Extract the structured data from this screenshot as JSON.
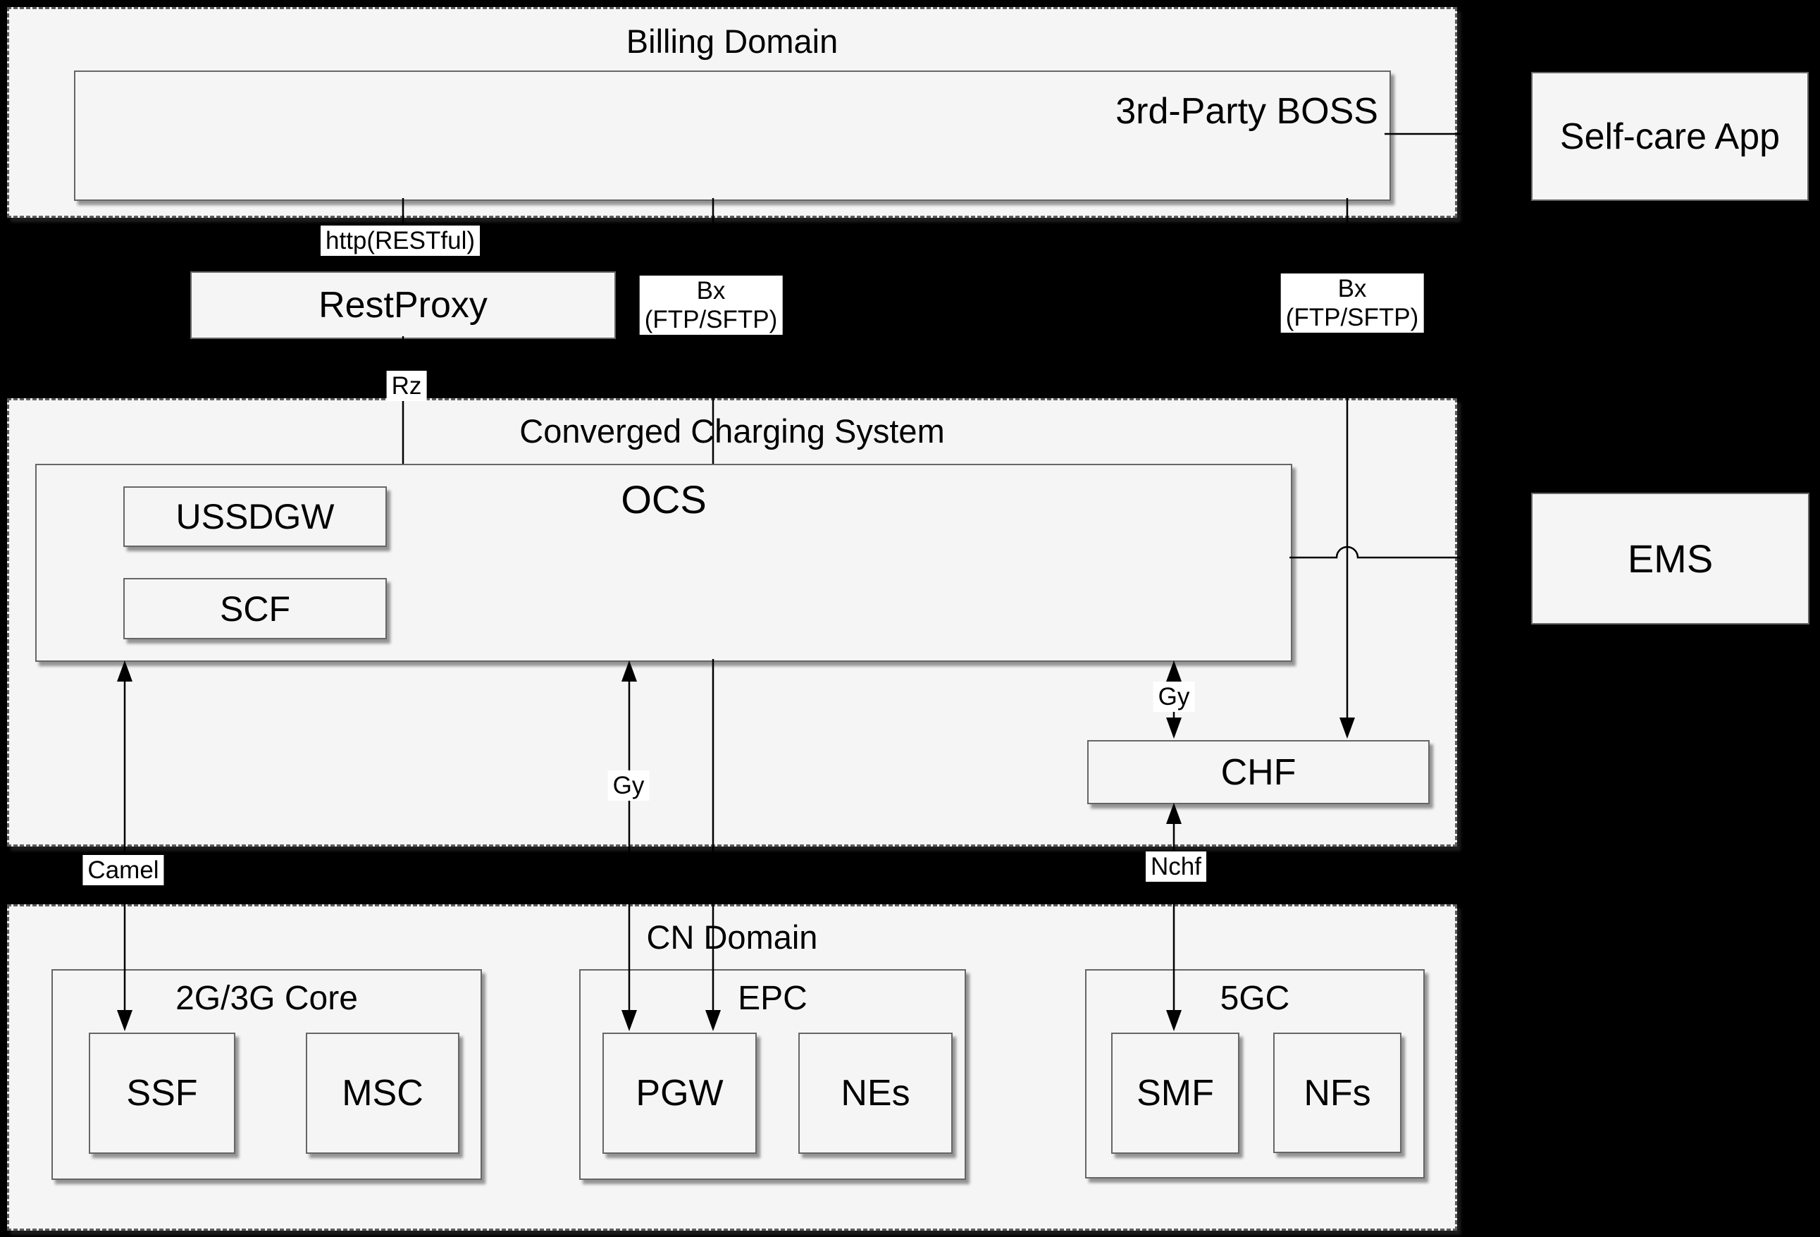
{
  "colors": {
    "background": "#000000",
    "domain_fill": "#f5f5f5",
    "node_fill": "#f5f5f5",
    "node_border": "#666666",
    "dashed_border": "#5e5e5e",
    "edge_label_bg": "#ffffff",
    "text": "#000000",
    "connector": "#000000"
  },
  "domains": {
    "billing": {
      "title": "Billing Domain"
    },
    "converged": {
      "title": "Converged Charging System"
    },
    "cn": {
      "title": "CN Domain"
    }
  },
  "nodes": {
    "boss": {
      "label": "3rd-Party BOSS"
    },
    "selfcare": {
      "label": "Self-care App"
    },
    "restproxy": {
      "label": "RestProxy"
    },
    "ocs": {
      "label": "OCS"
    },
    "ussdgw": {
      "label": "USSDGW"
    },
    "scf": {
      "label": "SCF"
    },
    "chf": {
      "label": "CHF"
    },
    "ems": {
      "label": "EMS"
    },
    "core2g3g": {
      "label": "2G/3G Core"
    },
    "epc": {
      "label": "EPC"
    },
    "fivegc": {
      "label": "5GC"
    },
    "ssf": {
      "label": "SSF"
    },
    "msc": {
      "label": "MSC"
    },
    "pgw": {
      "label": "PGW"
    },
    "nes": {
      "label": "NEs"
    },
    "smf": {
      "label": "SMF"
    },
    "nfs": {
      "label": "NFs"
    }
  },
  "edge_labels": {
    "http": {
      "text": "http(RESTful)"
    },
    "bx_left": {
      "line1": "Bx",
      "line2": "(FTP/SFTP)"
    },
    "bx_right": {
      "line1": "Bx",
      "line2": "(FTP/SFTP)"
    },
    "rz": {
      "text": "Rz"
    },
    "gy_left": {
      "text": "Gy"
    },
    "gy_right": {
      "text": "Gy"
    },
    "camel": {
      "text": "Camel"
    },
    "nchf": {
      "text": "Nchf"
    }
  }
}
